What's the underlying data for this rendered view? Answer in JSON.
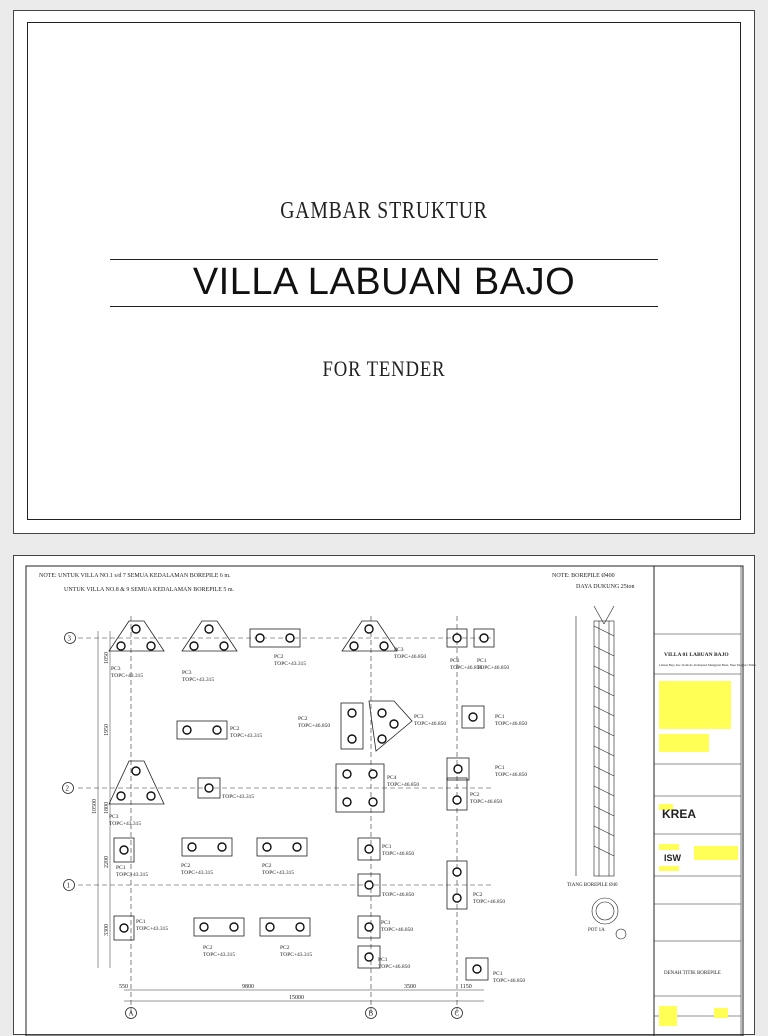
{
  "cover": {
    "subtitle": "GAMBAR STRUKTUR",
    "title": "VILLA LABUAN BAJO",
    "tender": "FOR TENDER"
  },
  "plan": {
    "notes": [
      "NOTE: UNTUK VILLA NO.1 s/d 7 SEMUA KEDALAMAN BOREPILE 6 m.",
      "UNTUK VILLA NO.8 & 9 SEMUA KEDALAMAN BOREPILE 5 m."
    ],
    "note_right": [
      "NOTE: BOREPILE Ø400",
      "DAYA DUKUNG 25ton"
    ],
    "grid_rows": [
      "3",
      "2",
      "1"
    ],
    "grid_cols": [
      "A",
      "B",
      "C"
    ],
    "dims_bottom": [
      "550",
      "9800",
      "3500",
      "1150",
      "15000"
    ],
    "dims_left": [
      "1050",
      "1950",
      "1800",
      "2200",
      "3300",
      "10500"
    ],
    "labels": [
      {
        "id": "pc3-a3",
        "t1": "PC3",
        "t2": "TOPC+43.315"
      },
      {
        "id": "pc3-b3",
        "t1": "PC3",
        "t2": "TOPC+43.315"
      },
      {
        "id": "pc2-top",
        "t1": "PC2",
        "t2": "TOPC+43.315"
      },
      {
        "id": "pc3-c3",
        "t1": "PC3",
        "t2": "TOPC+46.850"
      },
      {
        "id": "pc2-c3",
        "t1": "PC2",
        "t2": "TOPC+46.850"
      },
      {
        "id": "pc1-c3",
        "t1": "PC1",
        "t2": "TOPC+46.850"
      },
      {
        "id": "pc2-mid",
        "t1": "PC2",
        "t2": "TOPC+43.315"
      },
      {
        "id": "pc2-mid2",
        "t1": "PC2",
        "t2": "TOPC+46.850"
      },
      {
        "id": "pc3-mid",
        "t1": "PC3",
        "t2": "TOPC+46.850"
      },
      {
        "id": "pc1-right1",
        "t1": "PC1",
        "t2": "TOPC+46.850"
      },
      {
        "id": "pc3-a2",
        "t1": "PC3",
        "t2": "TOPC+43.315"
      },
      {
        "id": "topc-a2",
        "t1": "",
        "t2": "TOPC+43.315"
      },
      {
        "id": "pc4",
        "t1": "PC4",
        "t2": "TOPC+46.850"
      },
      {
        "id": "pc1-right2",
        "t1": "PC1",
        "t2": "TOPC+46.850"
      },
      {
        "id": "pc2-right",
        "t1": "PC2",
        "t2": "TOPC+46.850"
      },
      {
        "id": "pc1-a1",
        "t1": "PC1",
        "t2": "TOPC+43.315"
      },
      {
        "id": "pc2-b1a",
        "t1": "PC2",
        "t2": "TOPC+43.315"
      },
      {
        "id": "pc2-b1b",
        "t1": "PC2",
        "t2": "TOPC+43.315"
      },
      {
        "id": "pc1-b1",
        "t1": "PC1",
        "t2": "TOPC+46.850"
      },
      {
        "id": "topc-b1",
        "t1": "",
        "t2": "TOPC+46.850"
      },
      {
        "id": "pc2-c1",
        "t1": "PC2",
        "t2": "TOPC+46.850"
      },
      {
        "id": "pc1-a0",
        "t1": "PC1",
        "t2": "TOPC+43.315"
      },
      {
        "id": "pc2-b0a",
        "t1": "PC2",
        "t2": "TOPC+43.315"
      },
      {
        "id": "pc2-b0b",
        "t1": "PC2",
        "t2": "TOPC+43.315"
      },
      {
        "id": "pc1-b0a",
        "t1": "PC1",
        "t2": "TOPC+46.850"
      },
      {
        "id": "pc1-b0b",
        "t1": "PC1",
        "t2": "TOPC+46.850"
      },
      {
        "id": "pc1-c0",
        "t1": "PC1",
        "t2": "TOPC+46.850"
      }
    ],
    "borepile": {
      "caption": "TIANG BOREPILE Ø40",
      "section": "POT 1A"
    },
    "titleblock": {
      "project": "VILLA 01 LABUAN BAJO",
      "location": "Labuan Bajo, Kec. Komodo, Kabupaten Manggarai Barat, Nusa Tenggara Timur",
      "consultant": "KREA",
      "engineer": "ISW",
      "drawing_title": "DENAH TITIK BOREPILE"
    }
  }
}
